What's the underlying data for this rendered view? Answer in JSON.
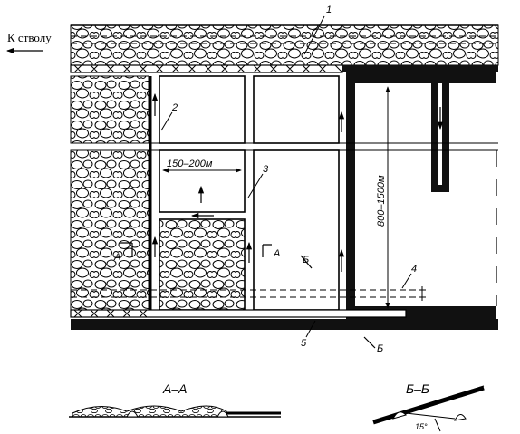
{
  "direction_label": "К стволу",
  "callouts": [
    "1",
    "2",
    "3",
    "4",
    "5"
  ],
  "dim_panel_width": "150–200м",
  "dim_panel_length": "800–1500м",
  "section_marks": {
    "aa": "А",
    "bb": "Б"
  },
  "section_titles": {
    "aa": "А–А",
    "bb": "Б–Б"
  },
  "angle_label": "15°"
}
